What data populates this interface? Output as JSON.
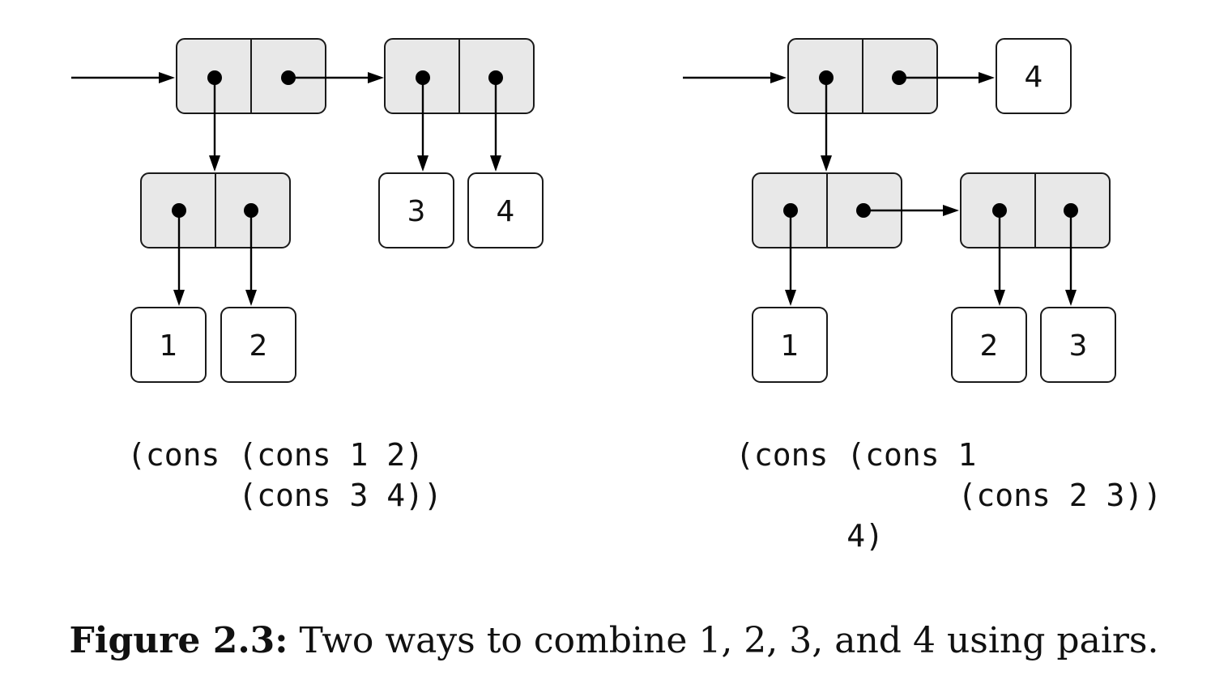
{
  "diagrams": [
    {
      "atoms": [
        "1",
        "2",
        "3",
        "4"
      ],
      "code_lines": [
        "(cons (cons 1 2)",
        "      (cons 3 4))"
      ]
    },
    {
      "atoms": [
        "4",
        "1",
        "2",
        "3"
      ],
      "code_lines": [
        "(cons (cons 1",
        "            (cons 2 3))",
        "      4)"
      ]
    }
  ],
  "caption": {
    "label": "Figure 2.3:",
    "text": " Two ways to combine 1, 2, 3, and 4 using pairs."
  }
}
